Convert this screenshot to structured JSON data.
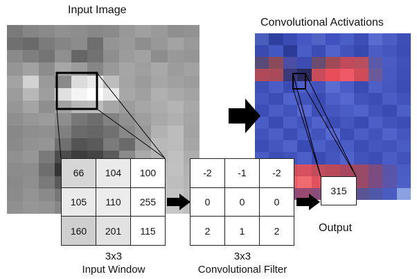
{
  "titles": {
    "input_image": "Input Image",
    "activations": "Convolutional Activations",
    "output": "Output"
  },
  "captions": {
    "window_line1": "3x3",
    "window_line2": "Input Window",
    "filter_line1": "3x3",
    "filter_line2": "Convolutional Filter"
  },
  "input_window": [
    [
      {
        "v": "66",
        "shade": "#d6d6d6"
      },
      {
        "v": "104",
        "shade": "#eaeaea"
      },
      {
        "v": "100",
        "shade": "#ffffff"
      }
    ],
    [
      {
        "v": "105",
        "shade": "#eaeaea"
      },
      {
        "v": "110",
        "shade": "#ececec"
      },
      {
        "v": "255",
        "shade": "#ffffff"
      }
    ],
    [
      {
        "v": "160",
        "shade": "#cfcfcf"
      },
      {
        "v": "201",
        "shade": "#e2e2e2"
      },
      {
        "v": "115",
        "shade": "#ffffff"
      }
    ]
  ],
  "filter": [
    [
      "-2",
      "-1",
      "-2"
    ],
    [
      "0",
      "0",
      "0"
    ],
    [
      "2",
      "1",
      "2"
    ]
  ],
  "output_value": "315",
  "input_pixels": [
    [
      "#7a7a7a",
      "#858585",
      "#8a8a8a",
      "#909090",
      "#8d8d8d",
      "#878787",
      "#8b8b8b",
      "#989898",
      "#a0a0a0",
      "#9a9a9a",
      "#8f8f8f",
      "#929292"
    ],
    [
      "#707070",
      "#6a6a6a",
      "#7b7b7b",
      "#858585",
      "#8c8c8c",
      "#6e6e6e",
      "#949494",
      "#9a9a9a",
      "#8e8e8e",
      "#989898",
      "#a3a3a3",
      "#999999"
    ],
    [
      "#8a8a8a",
      "#7e7e7e",
      "#747474",
      "#8f8f8f",
      "#666666",
      "#727272",
      "#8e8e8e",
      "#9c9c9c",
      "#a2a2a2",
      "#8d8d8d",
      "#999999",
      "#959595"
    ],
    [
      "#959595",
      "#a1a1a1",
      "#8c8c8c",
      "#a7a7a7",
      "#9c9c9c",
      "#868686",
      "#999999",
      "#a5a5a5",
      "#9f9f9f",
      "#a8a8a8",
      "#9c9c9c",
      "#a2a2a2"
    ],
    [
      "#a3a3a3",
      "#d2d2d2",
      "#9a9a9a",
      "#8a8a8a",
      "#dcdcdc",
      "#e9e9e9",
      "#bdbdbd",
      "#a4a4a4",
      "#9b9b9b",
      "#a6a6a6",
      "#a1a1a1",
      "#9c9c9c"
    ],
    [
      "#9c9c9c",
      "#b8b8b8",
      "#9e9e9e",
      "#e0e0e0",
      "#f4f4f4",
      "#ffffff",
      "#e8e8e8",
      "#a7a7a7",
      "#a0a0a0",
      "#b0b0b0",
      "#a9a9a9",
      "#a3a3a3"
    ],
    [
      "#969696",
      "#a4a4a4",
      "#8e8e8e",
      "#a2a2a2",
      "#b8b8b8",
      "#bcbcbc",
      "#a6a6a6",
      "#9c9c9c",
      "#a6a6a6",
      "#acacac",
      "#b4b4b4",
      "#a8a8a8"
    ],
    [
      "#8f8f8f",
      "#979797",
      "#9b9b9b",
      "#8e8e8e",
      "#777777",
      "#6d6d6d",
      "#828282",
      "#919191",
      "#9e9e9e",
      "#a9a9a9",
      "#b0b0b0",
      "#a5a5a5"
    ],
    [
      "#888888",
      "#8e8e8e",
      "#909090",
      "#808080",
      "#6a6a6a",
      "#666666",
      "#717171",
      "#888888",
      "#999999",
      "#b2b2b2",
      "#bcbcbc",
      "#a3a3a3"
    ],
    [
      "#8a8a8a",
      "#929292",
      "#959595",
      "#6f6f6f",
      "#545454",
      "#5a5a5a",
      "#7b7b7b",
      "#6a6a6a",
      "#9a9a9a",
      "#b9b9b9",
      "#bbbbbb",
      "#a6a6a6"
    ],
    [
      "#909090",
      "#969696",
      "#7a7a7a",
      "#4c4c4c",
      "#3c3c3c",
      "#444444",
      "#5c5c5c",
      "#8a8a8a",
      "#aaaaaa",
      "#b5b5b5",
      "#c0c0c0",
      "#adadad"
    ],
    [
      "#8c8c8c",
      "#8d8d8d",
      "#6e6e6e",
      "#353535",
      "#282828",
      "#383838",
      "#666666",
      "#9a9a9a",
      "#b3b3b3",
      "#bcbcbc",
      "#c1c1c1",
      "#b2b2b2"
    ],
    [
      "#898989",
      "#8f8f8f",
      "#7a7a7a",
      "#5a5a5a",
      "#4a4a4a",
      "#5c5c5c",
      "#7e7e7e",
      "#a2a2a2",
      "#b4b4b4",
      "#c0c0c0",
      "#bdbdbd",
      "#b5b5b5"
    ],
    [
      "#8b8b8b",
      "#949494",
      "#8a8a8a",
      "#777777",
      "#6c6c6c",
      "#7b7b7b",
      "#949494",
      "#aaaaaa",
      "#b7b7b7",
      "#c2c2c2",
      "#c3c3c3",
      "#b9b9b9"
    ],
    [
      "#909090",
      "#969696",
      "#939393",
      "#868686",
      "#7f7f7f",
      "#8a8a8a",
      "#9c9c9c",
      "#adadad",
      "#b8b8b8",
      "#c4c4c4",
      "#c6c6c6",
      "#bebebe"
    ]
  ],
  "activation_pixels": [
    [
      "#4a5fbc",
      "#2f3fa0",
      "#3a4bb4",
      "#4657c4",
      "#5263c8",
      "#3f52c0",
      "#4a5ec8",
      "#3d4fb6",
      "#5a6bd0",
      "#4c5dc6",
      "#3e50b8"
    ],
    [
      "#3a4ab0",
      "#4456c0",
      "#2d3b98",
      "#4a5cc6",
      "#3b4cb4",
      "#5062cc",
      "#4254bc",
      "#3649ae",
      "#4b5dc4",
      "#4557bf",
      "#3c4db6"
    ],
    [
      "#5a4a7a",
      "#8a4a5a",
      "#4a4ea4",
      "#3c4cb2",
      "#6a4c70",
      "#a04a58",
      "#c04a5a",
      "#b84e5e",
      "#5a5aa8",
      "#4a5cc4",
      "#4052ba"
    ],
    [
      "#b04a58",
      "#a84a5a",
      "#3a3a7a",
      "#2a2a5a",
      "#c84c5a",
      "#e84e58",
      "#f05a66",
      "#d04a58",
      "#6a5a9a",
      "#485ac2",
      "#3e50b8"
    ],
    [
      "#3e50b8",
      "#4a5cc6",
      "#3a4cb4",
      "#4c5ec8",
      "#4254bc",
      "#5a6cd2",
      "#4a5cc6",
      "#3a4cb4",
      "#4e60c8",
      "#4658c0",
      "#3c4eb6"
    ],
    [
      "#4557bf",
      "#3c4eb6",
      "#5062cc",
      "#4254bc",
      "#3a4cb4",
      "#4c5ec8",
      "#5668d0",
      "#4254bc",
      "#3c4eb6",
      "#4a5cc6",
      "#4254bc"
    ],
    [
      "#3c4eb6",
      "#4a5cc6",
      "#4254bc",
      "#5668d0",
      "#3c4eb6",
      "#4557bf",
      "#4a5cc6",
      "#5062cc",
      "#4254bc",
      "#3a4cb4",
      "#4c5ec8"
    ],
    [
      "#4a5cc6",
      "#3a4cb4",
      "#4c5ec8",
      "#4254bc",
      "#5062cc",
      "#3c4eb6",
      "#4557bf",
      "#3a4cb4",
      "#4c5ec8",
      "#4254bc",
      "#3c4eb6"
    ],
    [
      "#4254bc",
      "#4c5ec8",
      "#3c4eb6",
      "#4a5cc6",
      "#4254bc",
      "#5668d0",
      "#3c4eb6",
      "#4a5cc6",
      "#4254bc",
      "#5062cc",
      "#4557bf"
    ],
    [
      "#3c4eb6",
      "#4557bf",
      "#5062cc",
      "#3a4cb4",
      "#4c5ec8",
      "#4254bc",
      "#4a5cc6",
      "#3c4eb6",
      "#4557bf",
      "#4254bc",
      "#4a5cc6"
    ],
    [
      "#4a5cc6",
      "#3c4eb6",
      "#4254bc",
      "#4c5ec8",
      "#3a4cb4",
      "#4557bf",
      "#5062cc",
      "#4254bc",
      "#3c4eb6",
      "#4a5cc6",
      "#4254bc"
    ],
    [
      "#a04a60",
      "#b04c5c",
      "#c84e5a",
      "#d85060",
      "#c04c5c",
      "#b84a5a",
      "#a8485e",
      "#984a66",
      "#7a4c80",
      "#5a54a8",
      "#4a5cc6"
    ],
    [
      "#b84a5a",
      "#d04e5c",
      "#e85a66",
      "#f06a70",
      "#e0505e",
      "#c84c5c",
      "#b04a5e",
      "#9a4a66",
      "#7a4c82",
      "#5c56aa",
      "#4c5ec8"
    ],
    [
      "#6a4c82",
      "#7a4e80",
      "#8a4c78",
      "#984a70",
      "#8a4c78",
      "#7a4e80",
      "#6a5088",
      "#5a5494",
      "#4e58a6",
      "#4a5cc0",
      "#8aa0e0"
    ]
  ]
}
